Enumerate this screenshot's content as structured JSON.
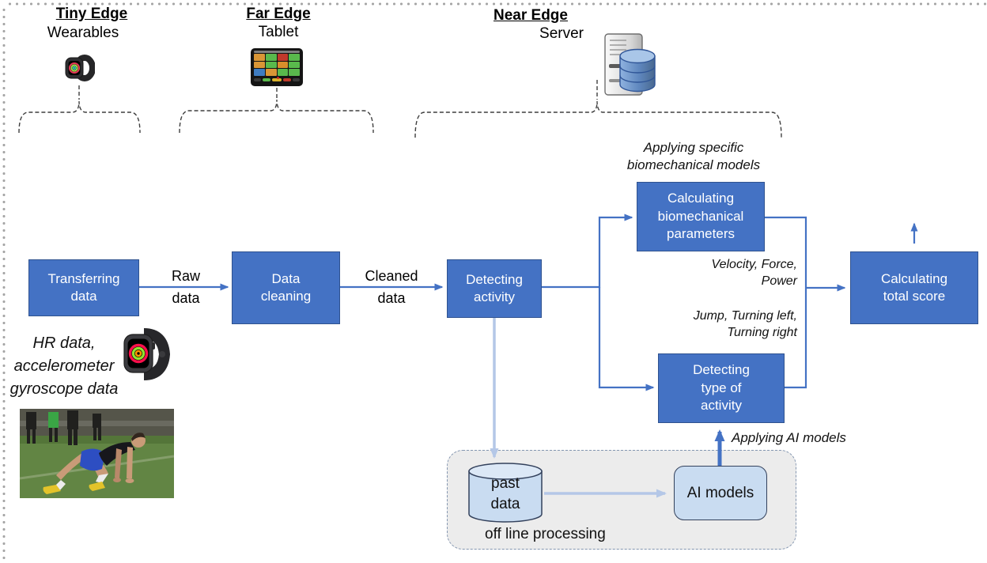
{
  "colors": {
    "accent": "#4472C4",
    "accent_border": "#2F528F",
    "light_arrow": "#B4C7E7",
    "light_fill": "#C9DCF1",
    "offline_bg": "#ECECEC",
    "offline_border": "#8496B0"
  },
  "tiers": [
    {
      "title": "Tiny Edge",
      "subtitle": "Wearables",
      "icon": "smartwatch-icon"
    },
    {
      "title": "Far Edge",
      "subtitle": "Tablet",
      "icon": "tablet-icon"
    },
    {
      "title": "Near Edge",
      "subtitle": "Server",
      "icon": "server-database-icon"
    }
  ],
  "boxes": {
    "transferring": "Transferring\ndata",
    "cleaning": "Data\ncleaning",
    "detecting": "Detecting\nactivity",
    "biomech": "Calculating\nbiomechanical\nparameters",
    "type_of_activity": "Detecting\ntype of\nactivity",
    "total_score": "Calculating\ntotal score"
  },
  "edge_labels": {
    "raw": "Raw\ndata",
    "cleaned": "Cleaned\ndata"
  },
  "annotations": {
    "biomech_models": "Applying specific\nbiomechanical models",
    "biomech_outputs": "Velocity, Force,\nPower",
    "activity_outputs": "Jump, Turning left,\nTurning right",
    "ai_models": "Applying AI models",
    "sensor_data": "HR data,\naccelerometer\ngyroscope data"
  },
  "offline": {
    "past_data": "past\ndata",
    "ai_models": "AI models",
    "caption": "off line processing"
  }
}
